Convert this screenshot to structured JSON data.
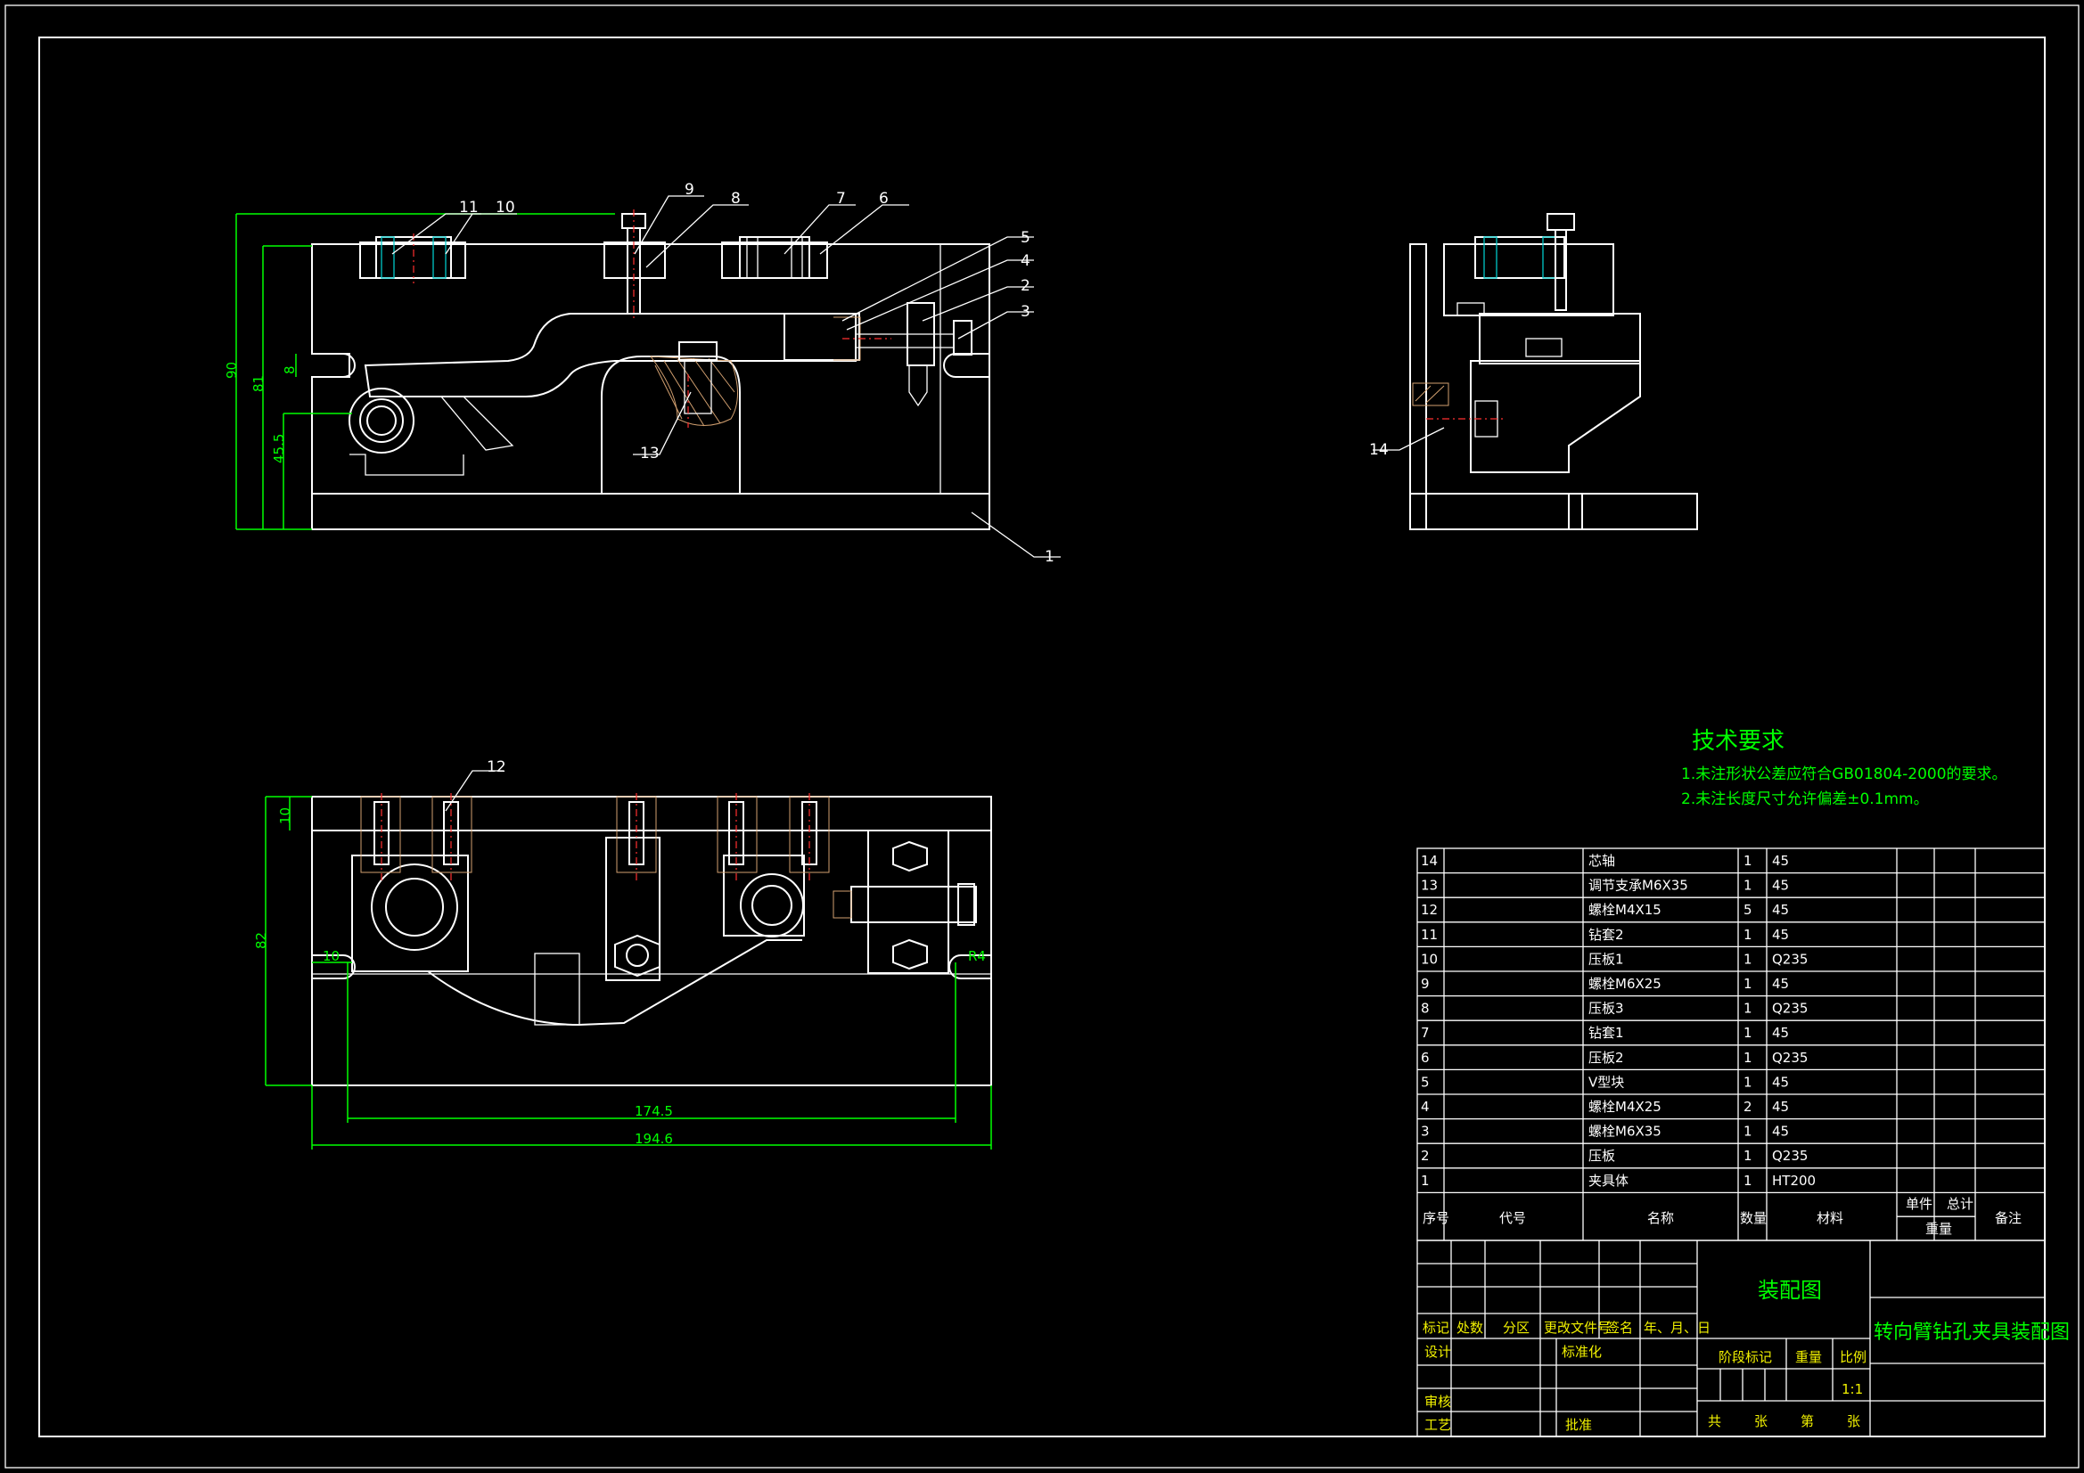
{
  "tech": {
    "title": "技术要求",
    "note1": "1.未注形状公差应符合GB01804-2000的要求。",
    "note2": "2.未注长度尺寸允许偏差±0.1mm。"
  },
  "dims": {
    "h90": "90",
    "h81": "81",
    "h45": "45.5",
    "h8": "8",
    "h10": "10",
    "h82": "82",
    "w10": "10",
    "r4": "R4",
    "w174": "174.5",
    "w194": "194.6"
  },
  "balloons": {
    "b1": "1",
    "b2": "2",
    "b3": "3",
    "b4": "4",
    "b5": "5",
    "b6": "6",
    "b7": "7",
    "b8": "8",
    "b9": "9",
    "b10": "10",
    "b11": "11",
    "b12": "12",
    "b13": "13",
    "b14": "14"
  },
  "bom": {
    "rows": [
      {
        "no": "14",
        "name": "芯轴",
        "qty": "1",
        "mat": "45"
      },
      {
        "no": "13",
        "name": "调节支承M6X35",
        "qty": "1",
        "mat": "45"
      },
      {
        "no": "12",
        "name": "螺栓M4X15",
        "qty": "5",
        "mat": "45"
      },
      {
        "no": "11",
        "name": "钻套2",
        "qty": "1",
        "mat": "45"
      },
      {
        "no": "10",
        "name": "压板1",
        "qty": "1",
        "mat": "Q235"
      },
      {
        "no": "9",
        "name": "螺栓M6X25",
        "qty": "1",
        "mat": "45"
      },
      {
        "no": "8",
        "name": "压板3",
        "qty": "1",
        "mat": "Q235"
      },
      {
        "no": "7",
        "name": "钻套1",
        "qty": "1",
        "mat": "45"
      },
      {
        "no": "6",
        "name": "压板2",
        "qty": "1",
        "mat": "Q235"
      },
      {
        "no": "5",
        "name": "V型块",
        "qty": "1",
        "mat": "45"
      },
      {
        "no": "4",
        "name": "螺栓M4X25",
        "qty": "2",
        "mat": "45"
      },
      {
        "no": "3",
        "name": "螺栓M6X35",
        "qty": "1",
        "mat": "45"
      },
      {
        "no": "2",
        "name": "压板",
        "qty": "1",
        "mat": "Q235"
      },
      {
        "no": "1",
        "name": "夹具体",
        "qty": "1",
        "mat": "HT200"
      }
    ],
    "header": {
      "no": "序号",
      "code": "代号",
      "name": "名称",
      "qty": "数量",
      "mat": "材料",
      "single": "单件",
      "total": "总计",
      "weight": "重量",
      "remark": "备注"
    }
  },
  "titleblock": {
    "mark": "标记",
    "place": "处数",
    "zone": "分区",
    "doc": "更改文件号",
    "sign": "签名",
    "date": "年、月、日",
    "design": "设计",
    "std": "标准化",
    "check": "审核",
    "craft": "工艺",
    "approve": "批准",
    "stage": "阶段标记",
    "weight": "重量",
    "scale": "比例",
    "scale_val": "1:1",
    "gong": "共",
    "zhang1": "张",
    "di": "第",
    "zhang2": "张",
    "dwg_type": "装配图",
    "dwg_name": "转向臂钻孔夹具装配图"
  }
}
